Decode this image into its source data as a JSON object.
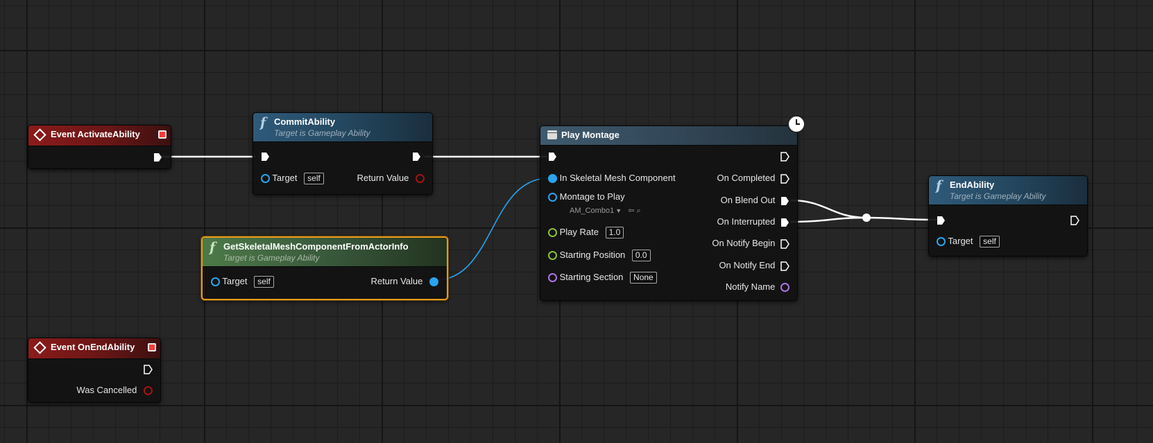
{
  "nodes": {
    "event_activate": {
      "title": "Event ActivateAbility"
    },
    "commit": {
      "title": "CommitAbility",
      "subtitle": "Target is Gameplay Ability",
      "target_label": "Target",
      "target_value": "self",
      "return_label": "Return Value"
    },
    "get_mesh": {
      "title": "GetSkeletalMeshComponentFromActorInfo",
      "subtitle": "Target is Gameplay Ability",
      "target_label": "Target",
      "target_value": "self",
      "return_label": "Return Value"
    },
    "play_montage": {
      "title": "Play Montage",
      "inputs": {
        "mesh": "In Skeletal Mesh Component",
        "montage": "Montage to Play",
        "montage_value": "AM_Combo1",
        "play_rate": "Play Rate",
        "play_rate_value": "1.0",
        "start_pos": "Starting Position",
        "start_pos_value": "0.0",
        "start_section": "Starting Section",
        "start_section_value": "None"
      },
      "outputs": {
        "completed": "On Completed",
        "blend_out": "On Blend Out",
        "interrupted": "On Interrupted",
        "notify_begin": "On Notify Begin",
        "notify_end": "On Notify End",
        "notify_name": "Notify Name"
      }
    },
    "end_ability": {
      "title": "EndAbility",
      "subtitle": "Target is Gameplay Ability",
      "target_label": "Target",
      "target_value": "self"
    },
    "event_end": {
      "title": "Event OnEndAbility",
      "was_cancelled_label": "Was Cancelled"
    }
  },
  "colors": {
    "event_header": "#8b1b1b",
    "function_header": "#2f5a7a",
    "pure_header": "#4d7a49",
    "selection_outline": "#e69a1b",
    "object_pin": "#2aa4ee",
    "float_pin": "#86c232",
    "name_pin": "#b273e5",
    "bool_pin": "#aa1111",
    "exec_wire": "#ffffff"
  }
}
